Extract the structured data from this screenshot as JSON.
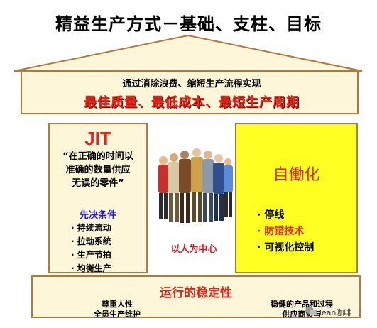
{
  "title": "精益生产方式－基础、支柱、目标",
  "roof": {
    "subtitle": "通过消除浪费、缩短生产流程实现",
    "goals": "最佳质量、最低成本、最短生产周期"
  },
  "left_pillar": {
    "title": "JIT",
    "quote_lines": [
      "“在正确的时间以",
      "准确的数量供应",
      "无误的零件”"
    ],
    "prereq_title": "先决条件",
    "prereq_items": [
      "· 持续流动",
      "· 拉动系统",
      "· 生产节拍",
      "· 均衡生产"
    ]
  },
  "center": {
    "label": "以人为中心"
  },
  "right_pillar": {
    "title": "自働化",
    "items": [
      "· 停线",
      "· 防错技术",
      "· 可视化控制"
    ]
  },
  "base": {
    "title": "运行的稳定性",
    "left_lines": [
      "尊重人性",
      "全员生产维护"
    ],
    "right_lines": [
      "稳健的产品和过程",
      "供应商参与"
    ]
  },
  "watermark": "Tean咖啡",
  "colors": {
    "accent_red": "#e0261a",
    "pillar_yellow": "#ffff22",
    "cream": "#fdf6d9",
    "outline_brown": "#b07a3a",
    "prereq_blue": "#1a1acc"
  }
}
